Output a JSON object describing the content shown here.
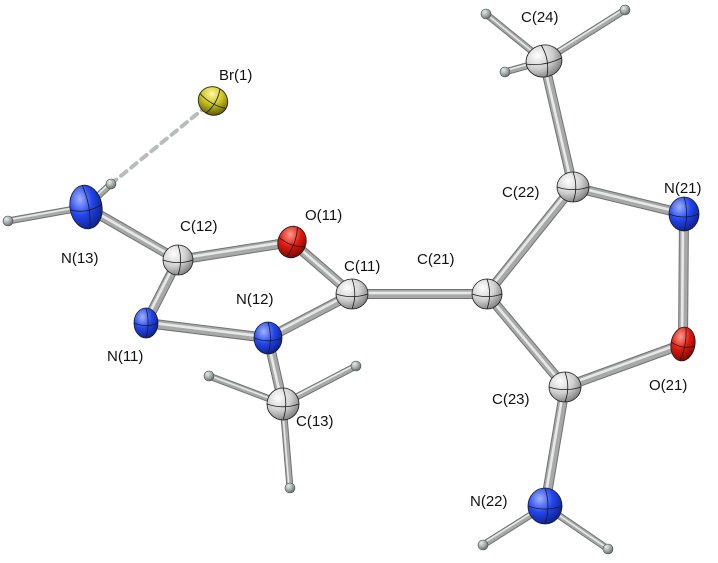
{
  "colors": {
    "carbon": "#d4d4d4",
    "nitrogen": "#1f3fe0",
    "oxygen": "#e01a0e",
    "bromine": "#c9c21c",
    "hydrogen": "#9aa2a2",
    "bond": "#a7a9a9",
    "bond_highlight": "#e6e8e8"
  },
  "atoms": [
    {
      "id": "Br1",
      "element": "bromine",
      "label": "Br(1)"
    },
    {
      "id": "N13",
      "element": "nitrogen",
      "label": "N(13)"
    },
    {
      "id": "C12",
      "element": "carbon",
      "label": "C(12)"
    },
    {
      "id": "O11",
      "element": "oxygen",
      "label": "O(11)"
    },
    {
      "id": "C11",
      "element": "carbon",
      "label": "C(11)"
    },
    {
      "id": "N11",
      "element": "nitrogen",
      "label": "N(11)"
    },
    {
      "id": "N12",
      "element": "nitrogen",
      "label": "N(12)"
    },
    {
      "id": "C13",
      "element": "carbon",
      "label": "C(13)"
    },
    {
      "id": "C21",
      "element": "carbon",
      "label": "C(21)"
    },
    {
      "id": "C22",
      "element": "carbon",
      "label": "C(22)"
    },
    {
      "id": "C24",
      "element": "carbon",
      "label": "C(24)"
    },
    {
      "id": "N21",
      "element": "nitrogen",
      "label": "N(21)"
    },
    {
      "id": "O21",
      "element": "oxygen",
      "label": "O(21)"
    },
    {
      "id": "C23",
      "element": "carbon",
      "label": "C(23)"
    },
    {
      "id": "N22",
      "element": "nitrogen",
      "label": "N(22)"
    }
  ],
  "bonds": [
    [
      "N13",
      "C12"
    ],
    [
      "C12",
      "O11"
    ],
    [
      "O11",
      "C11"
    ],
    [
      "C12",
      "N11"
    ],
    [
      "N11",
      "N12"
    ],
    [
      "N12",
      "C11"
    ],
    [
      "N12",
      "C13"
    ],
    [
      "C11",
      "C21"
    ],
    [
      "C21",
      "C22"
    ],
    [
      "C22",
      "N21"
    ],
    [
      "N21",
      "O21"
    ],
    [
      "O21",
      "C23"
    ],
    [
      "C23",
      "C21"
    ],
    [
      "C22",
      "C24"
    ],
    [
      "C23",
      "N22"
    ]
  ],
  "hydrogen_bonds": [
    [
      "N13",
      "H13a"
    ],
    [
      "N13",
      "H13b"
    ],
    [
      "C13",
      "H13c"
    ],
    [
      "C13",
      "H13d"
    ],
    [
      "C13",
      "H13e"
    ],
    [
      "C24",
      "H24a"
    ],
    [
      "C24",
      "H24b"
    ],
    [
      "C24",
      "H24c"
    ],
    [
      "N22",
      "H22a"
    ],
    [
      "N22",
      "H22b"
    ]
  ],
  "hydrogen_contact": [
    "H13b",
    "Br1"
  ]
}
